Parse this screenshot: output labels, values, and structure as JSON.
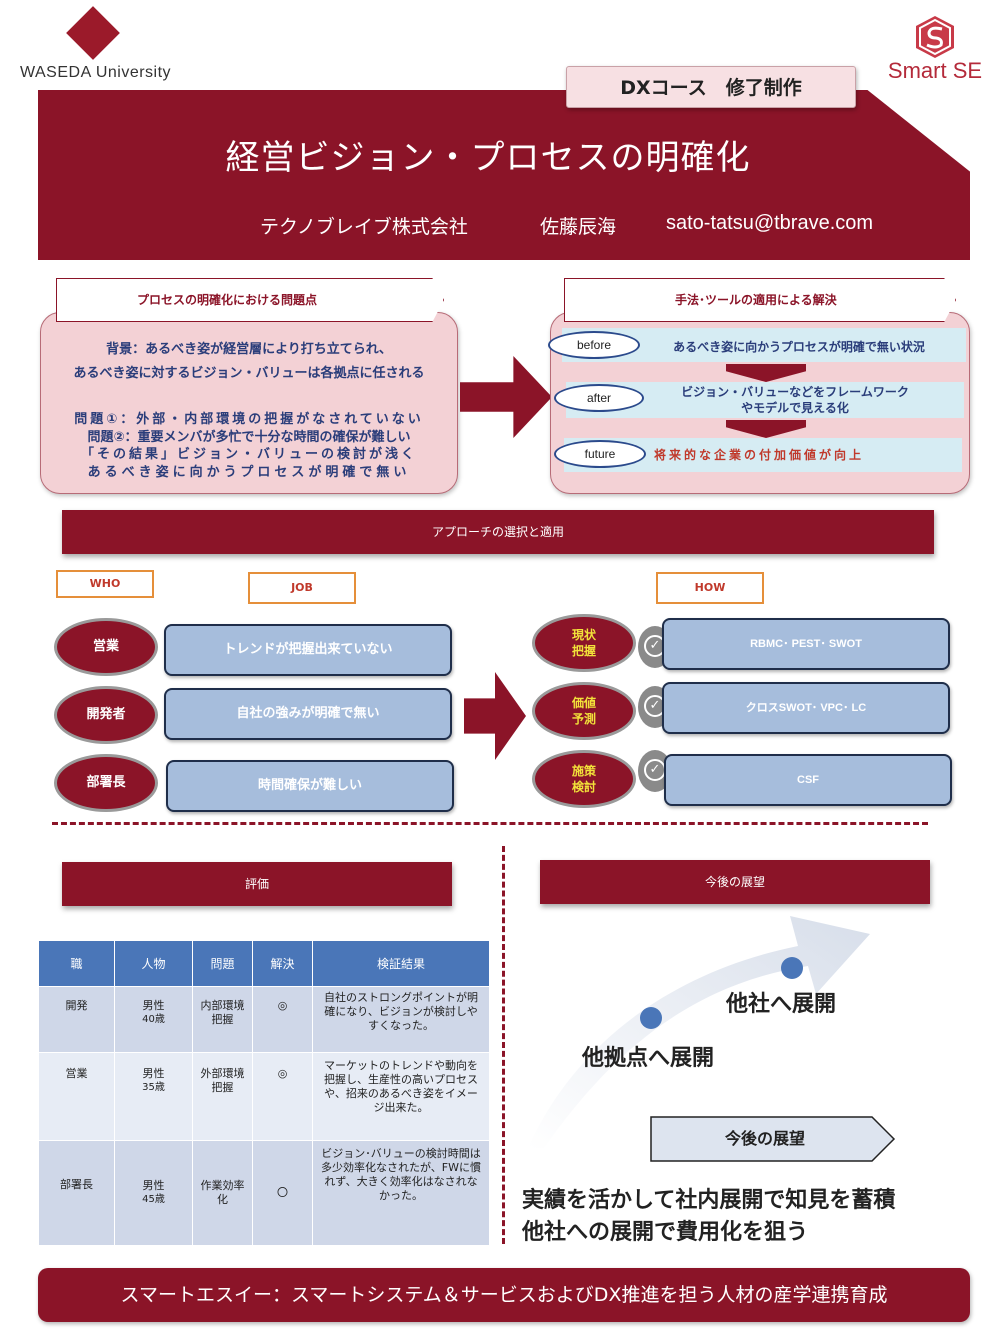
{
  "header": {
    "university": "WASEDA University",
    "program_logo": "Smart SE",
    "course_tag": "DXコース　修了制作",
    "title": "経営ビジョン・プロセスの明確化",
    "company": "テクノブレイブ株式会社",
    "author": "佐藤辰海",
    "email": "sato-tatsu@tbrave.com",
    "accent_color": "#8b1428"
  },
  "problem": {
    "label": "プロセスの明確化における問題点",
    "lines": [
      "背景：あるべき姿が経営層により打ち立てられ、",
      "あるべき姿に対するビジョン・バリューは各拠点に任される",
      "問題①：外部・内部環境の把握がなされていない",
      "問題②：重要メンバが多忙で十分な時間の確保が難しい",
      "「その結果」ビジョン・バリューの検討が浅く",
      "あるべき姿に向かうプロセスが明確で無い"
    ]
  },
  "solution": {
    "label": "手法･ツールの適用による解決",
    "rows": [
      {
        "tag": "before",
        "text": "あるべき姿に向かうプロセスが明確で無い状況"
      },
      {
        "tag": "after",
        "text": "ビジョン・バリューなどをフレームワーク\nやモデルで見える化"
      },
      {
        "tag": "future",
        "text": "将来的な企業の付加価値が向上"
      }
    ]
  },
  "approach": {
    "bar_label": "アプローチの選択と適用",
    "who_label": "WHO",
    "job_label": "JOB",
    "how_label": "HOW",
    "who": [
      {
        "role": "営業",
        "job": "トレンドが把握出来ていない"
      },
      {
        "role": "開発者",
        "job": "自社の強みが明確で無い"
      },
      {
        "role": "部署長",
        "job": "時間確保が難しい"
      }
    ],
    "how": [
      {
        "step_line1": "現状",
        "step_line2": "把握",
        "method": "RBMC･ PEST･ SWOT"
      },
      {
        "step_line1": "価値",
        "step_line2": "予測",
        "method": "クロスSWOT･ VPC･ LC"
      },
      {
        "step_line1": "施策",
        "step_line2": "検討",
        "method": "CSF"
      }
    ]
  },
  "evaluation": {
    "bar_label": "評価",
    "columns": [
      "職",
      "人物",
      "問題",
      "解決",
      "検証結果"
    ],
    "rows": [
      {
        "job": "開発",
        "person": "男性",
        "age": "40歳",
        "issue": "内部環境把握",
        "mark": "◎",
        "result": "自社のストロングポイントが明確になり、ビジョンが検討しやすくなった。"
      },
      {
        "job": "営業",
        "person": "男性",
        "age": "35歳",
        "issue": "外部環境把握",
        "mark": "◎",
        "result": "マーケットのトレンドや動向を把握し、生産性の高いプロセスや、招来のあるべき姿をイメージ出来た。"
      },
      {
        "job": "部署長",
        "person": "男性",
        "age": "45歳",
        "issue": "作業効率化",
        "mark": "〇",
        "result": "ビジョン･バリューの検討時間は多少効率化なされたが、FWに慣れず、大きく効率化はなされなかった。"
      }
    ]
  },
  "future": {
    "bar_label": "今後の展望",
    "step1": "他拠点へ展開",
    "step2": "他社へ展開",
    "tag": "今後の展望",
    "summary_line1": "実績を活かして社内展開で知見を蓄積",
    "summary_line2": "他社への展開で費用化を狙う"
  },
  "footer": {
    "text": "スマートエスイー：スマートシステム＆サービスおよびDX推進を担う人材の産学連携育成"
  }
}
